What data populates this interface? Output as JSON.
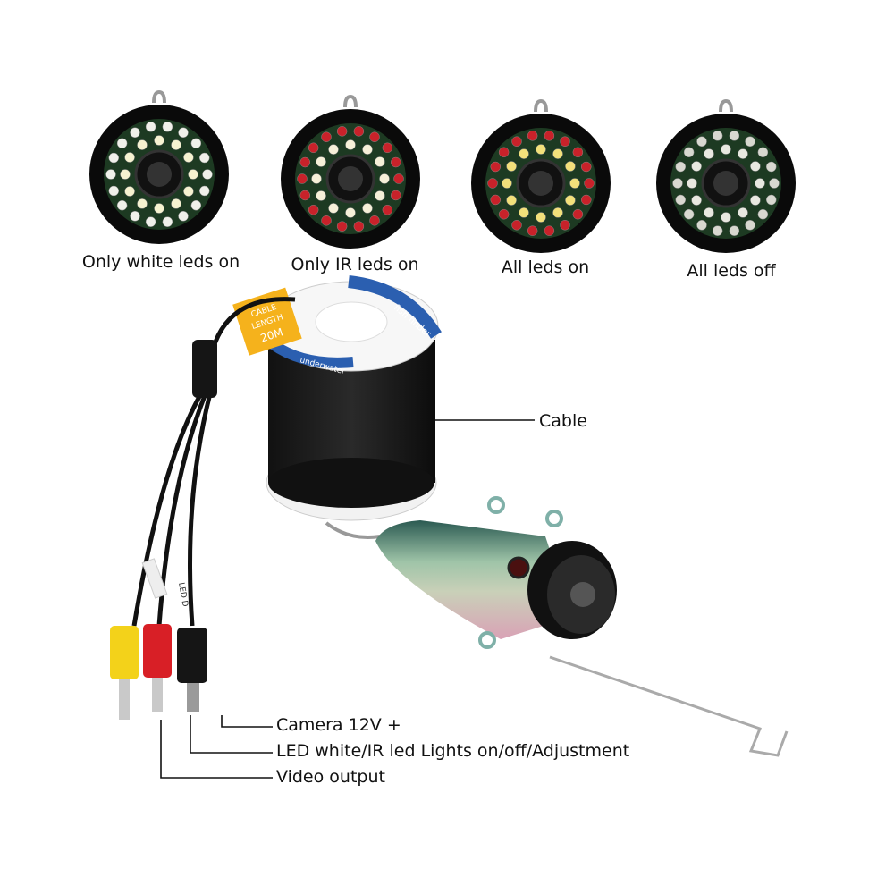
{
  "modes": [
    {
      "caption": "Only white leds on",
      "inner": "#f6f2d0",
      "outer": "#f0f0ea",
      "innerGlow": "#f4e69a",
      "outerGlow": "#ffffff"
    },
    {
      "caption": "Only IR leds on",
      "inner": "#f6f0d8",
      "outer": "#c8222a",
      "innerGlow": "#fff7d8",
      "outerGlow": "#e0353a"
    },
    {
      "caption": "All leds on",
      "inner": "#f2e07a",
      "outer": "#c8222a",
      "innerGlow": "#f6e48a",
      "outerGlow": "#e0353a"
    },
    {
      "caption": "All leds off",
      "inner": "#e8e8e0",
      "outer": "#d8d8d0",
      "innerGlow": "#f4f4ee",
      "outerGlow": "#e8e8e0"
    }
  ],
  "spool": {
    "tag_line1": "CABLE",
    "tag_line2": "LENGTH",
    "tag_line3": "20M",
    "label_brand": "fish finder",
    "label_sub": "underwater"
  },
  "callouts": {
    "cable": "Cable",
    "camera_power": "Camera 12V +",
    "led_control": "LED white/IR led Lights on/off/Adjustment",
    "video_output": "Video output"
  },
  "cable_tag": "LED D"
}
